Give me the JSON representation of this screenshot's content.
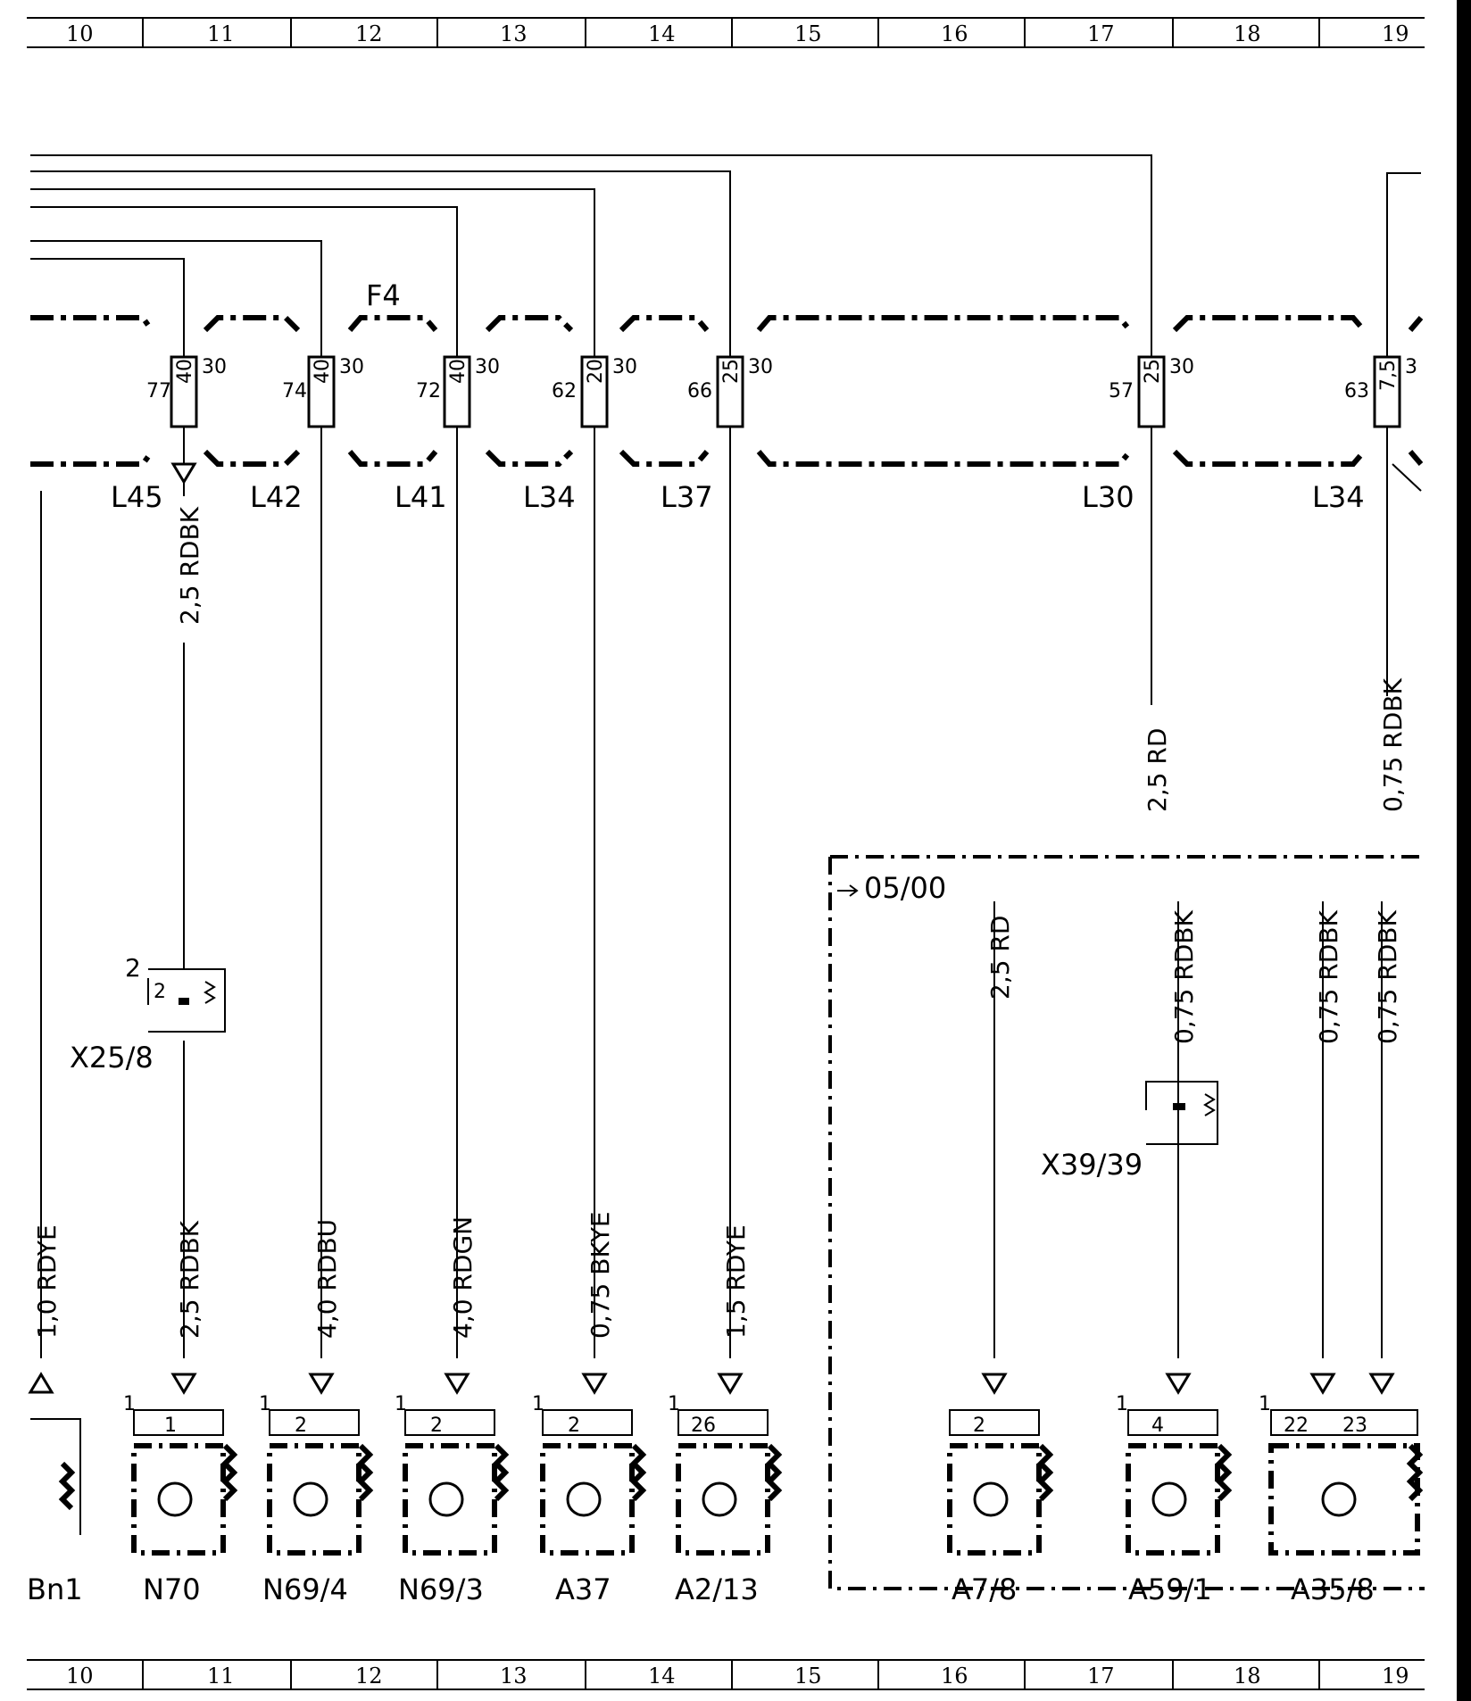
{
  "ruler_top": [
    "10",
    "11",
    "12",
    "13",
    "14",
    "15",
    "16",
    "17",
    "18",
    "19"
  ],
  "ruler_bottom": [
    "10",
    "11",
    "12",
    "13",
    "14",
    "15",
    "16",
    "17",
    "18",
    "19"
  ],
  "fuse_block": {
    "label": "F4"
  },
  "fuses": [
    {
      "num": "77",
      "rating": "40",
      "term": "30",
      "line": "L45"
    },
    {
      "num": "74",
      "rating": "40",
      "term": "30",
      "line": "L42"
    },
    {
      "num": "72",
      "rating": "40",
      "term": "30",
      "line": "L41"
    },
    {
      "num": "62",
      "rating": "20",
      "term": "30",
      "line": "L34"
    },
    {
      "num": "66",
      "rating": "25",
      "term": "30",
      "line": "L37"
    },
    {
      "num": "57",
      "rating": "25",
      "term": "30",
      "line": "L30"
    },
    {
      "num": "63",
      "rating": "7,5",
      "term": "3",
      "line": "L34"
    }
  ],
  "wires": {
    "n70_upper": "2,5 RDBK",
    "l30_down": "2,5 RD",
    "l34_down": "0,75 RDBK",
    "bn1": "1,0 RDYE",
    "n70": "2,5 RDBK",
    "n69_4": "4,0 RDBU",
    "n69_3": "4,0 RDGN",
    "a37": "0,75 BKYE",
    "a2_13": "1,5 RDYE",
    "a7_8": "2,5 RD",
    "a59_1": "0,75 RDBK",
    "a35_8a": "0,75 RDBK",
    "a35_8b": "0,75 RDBK"
  },
  "connectors": {
    "x25_8": {
      "name": "X25/8",
      "pin_outer": "2",
      "pin_inner": "2"
    },
    "x39_39": {
      "name": "X39/39"
    }
  },
  "variant_box": {
    "label": "05/00"
  },
  "components": [
    {
      "name": "Bn1",
      "pin": "",
      "pin_outer": ""
    },
    {
      "name": "N70",
      "pin": "1",
      "pin_outer": "1"
    },
    {
      "name": "N69/4",
      "pin": "2",
      "pin_outer": "1"
    },
    {
      "name": "N69/3",
      "pin": "2",
      "pin_outer": "1"
    },
    {
      "name": "A37",
      "pin": "2",
      "pin_outer": "1"
    },
    {
      "name": "A2/13",
      "pin": "26",
      "pin_outer": "1"
    },
    {
      "name": "A7/8",
      "pin": "2",
      "pin_outer": ""
    },
    {
      "name": "A59/1",
      "pin": "4",
      "pin_outer": "1"
    },
    {
      "name": "A35/8",
      "pin": "22",
      "pin2": "23",
      "pin_outer": "1"
    }
  ]
}
